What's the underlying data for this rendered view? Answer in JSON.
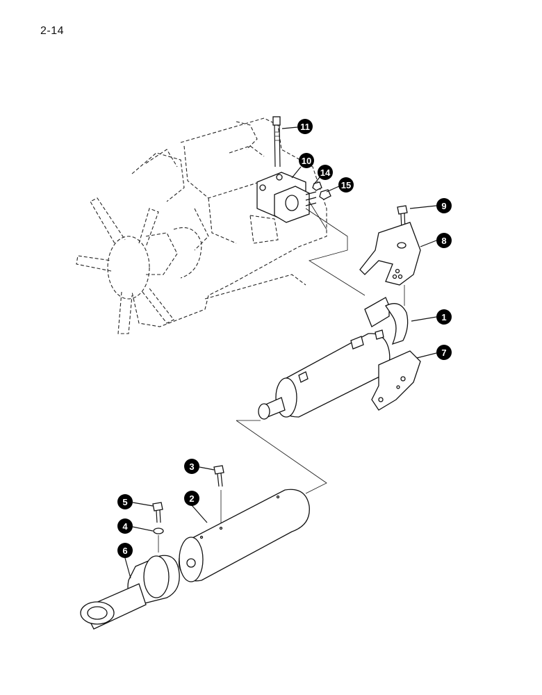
{
  "page": {
    "number": "2-14"
  },
  "callouts": [
    {
      "id": "11",
      "label": "11"
    },
    {
      "id": "10",
      "label": "10"
    },
    {
      "id": "14",
      "label": "14"
    },
    {
      "id": "15",
      "label": "15"
    },
    {
      "id": "9",
      "label": "9"
    },
    {
      "id": "8",
      "label": "8"
    },
    {
      "id": "1",
      "label": "1"
    },
    {
      "id": "7",
      "label": "7"
    },
    {
      "id": "3",
      "label": "3"
    },
    {
      "id": "2",
      "label": "2"
    },
    {
      "id": "5",
      "label": "5"
    },
    {
      "id": "4",
      "label": "4"
    },
    {
      "id": "6",
      "label": "6"
    }
  ]
}
